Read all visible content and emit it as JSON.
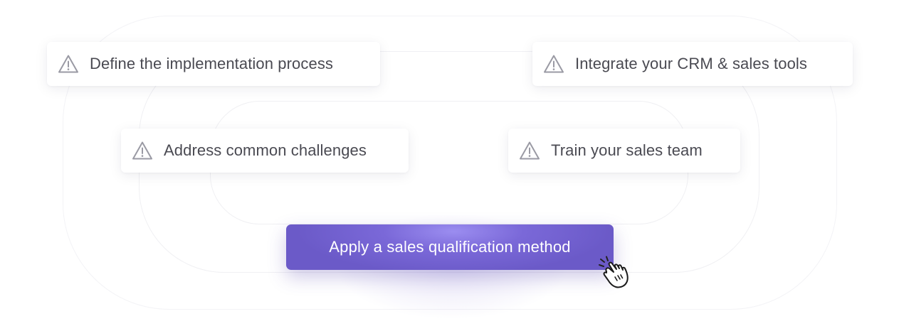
{
  "colors": {
    "background": "#ffffff",
    "card_text": "#4a4a52",
    "warning_icon": "#9a9aa4",
    "button_primary": "#6b5ac8",
    "button_highlight": "#9b8df0",
    "button_text": "#ffffff"
  },
  "cards": [
    {
      "label": "Define the implementation process",
      "icon": "warning-triangle-icon"
    },
    {
      "label": "Integrate your CRM & sales tools",
      "icon": "warning-triangle-icon"
    },
    {
      "label": "Address common challenges",
      "icon": "warning-triangle-icon"
    },
    {
      "label": "Train your sales team",
      "icon": "warning-triangle-icon"
    }
  ],
  "cta": {
    "label": "Apply a sales qualification method"
  },
  "cursor": {
    "icon": "pointer-hand-icon"
  }
}
